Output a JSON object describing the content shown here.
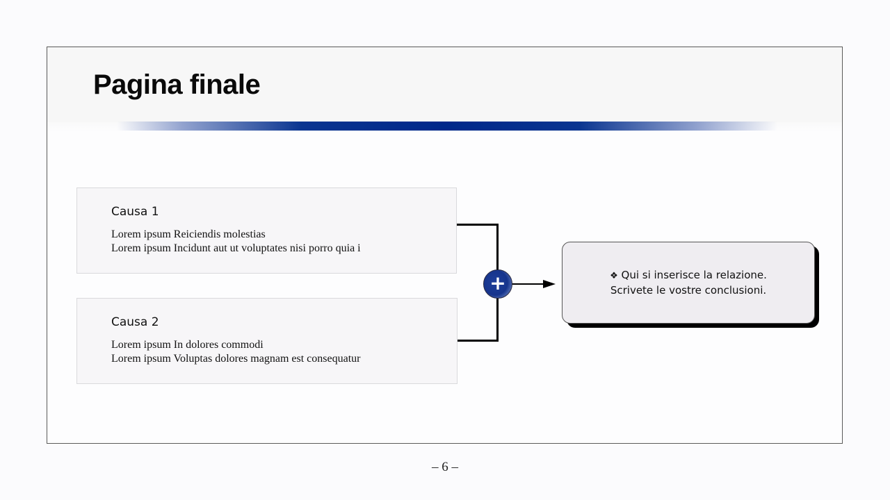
{
  "slide": {
    "title": "Pagina finale",
    "colors": {
      "accent_bar": "#00288a",
      "plus_circle": "#16348c",
      "cause_box_bg": "#f7f6f8",
      "result_box_bg": "#efedf1",
      "result_shadow": "#000000"
    }
  },
  "causes": [
    {
      "title": "Causa 1",
      "lines": [
        "Lorem ipsum Reiciendis molestias",
        "Lorem ipsum Incidunt aut ut voluptates nisi porro quia i"
      ]
    },
    {
      "title": "Causa 2",
      "lines": [
        "Lorem ipsum In dolores commodi",
        "Lorem ipsum Voluptas dolores magnam est consequatur"
      ]
    }
  ],
  "combiner": {
    "icon": "plus-icon",
    "symbol": "+"
  },
  "result": {
    "bullet_icon": "four-diamonds-icon",
    "bullet": "❖",
    "lines": [
      "Qui si inserisce la relazione.",
      "Scrivete le vostre conclusioni."
    ]
  },
  "footer": {
    "page_number": "– 6 –"
  }
}
